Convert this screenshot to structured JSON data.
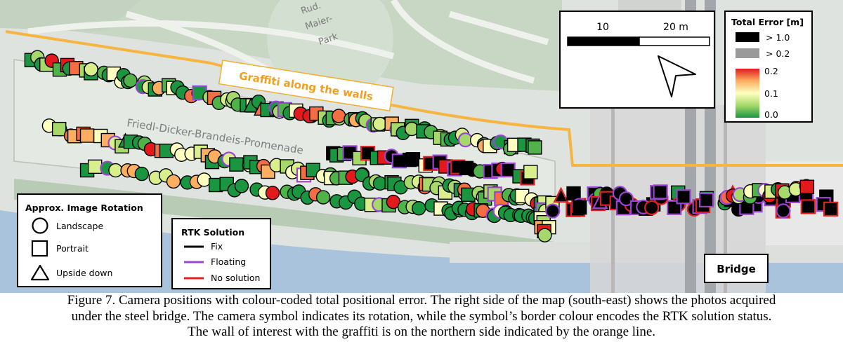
{
  "map": {
    "labels": {
      "park": [
        "Rud.",
        "Maier-",
        "Park"
      ],
      "street": "Friedl-Dicker-Brandeis-Promenade",
      "graffiti": "Graffiti along the walls",
      "bridge": "Bridge"
    }
  },
  "scale_bar": {
    "tick_10": "10",
    "tick_20": "20 m"
  },
  "north_arrow": {
    "icon": "north-arrow-icon"
  },
  "total_error_legend": {
    "title": "Total Error [m]",
    "class_black": "> 1.0",
    "class_grey": "> 0.2",
    "ramp_top": "0.2",
    "ramp_mid": "0.1",
    "ramp_bottom": "0.0",
    "colors": {
      "black": "#000000",
      "grey": "#9a9a9a",
      "ramp": [
        "#e31a1c",
        "#fdae61",
        "#ffffbf",
        "#a6d96a",
        "#1a9641"
      ]
    }
  },
  "rotation_legend": {
    "title": "Approx. Image Rotation",
    "landscape": "Landscape",
    "portrait": "Portrait",
    "upside_down": "Upside down"
  },
  "rtk_legend": {
    "title": "RTK Solution",
    "fix": "Fix",
    "floating": "Floating",
    "no_solution": "No solution",
    "colors": {
      "fix": "#000000",
      "floating": "#9b44d6",
      "no_solution": "#e02020"
    }
  },
  "caption": {
    "line1": "Figure 7. Camera positions with colour-coded total positional error. The right side of the map (south-east) shows the photos acquired",
    "line2": "under the steel bridge. The camera symbol indicates its rotation, while the symbol’s border colour encodes the RTK solution status.",
    "line3": "The wall of interest with the graffiti is on the northern side indicated by the orange line."
  }
}
